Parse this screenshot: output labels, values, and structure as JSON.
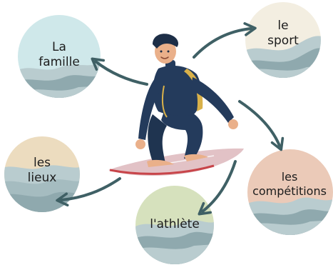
{
  "center": {
    "figure": "surfer-on-surfboard"
  },
  "nodes": {
    "famille": {
      "line1": "La",
      "line2": "famille",
      "fill": "#cfe8ea"
    },
    "sport": {
      "line1": "le",
      "line2": "sport",
      "fill": "#f3eee1"
    },
    "lieux": {
      "line1": "les",
      "line2": "lieux",
      "fill": "#ecdcbf"
    },
    "competitions": {
      "line1": "les",
      "line2": "compétitions",
      "fill": "#ebcab8"
    },
    "athlete": {
      "line1": "l'athlète",
      "fill": "#d6e1bd"
    }
  },
  "colors": {
    "arrow": "#3f6065",
    "wave_dark": "#8fa9ae",
    "wave_light": "#b9cccf",
    "suit": "#243b5c",
    "suit_accent": "#d9b14a",
    "board": "#e2c2c6",
    "board_stripe": "#c8454a"
  }
}
